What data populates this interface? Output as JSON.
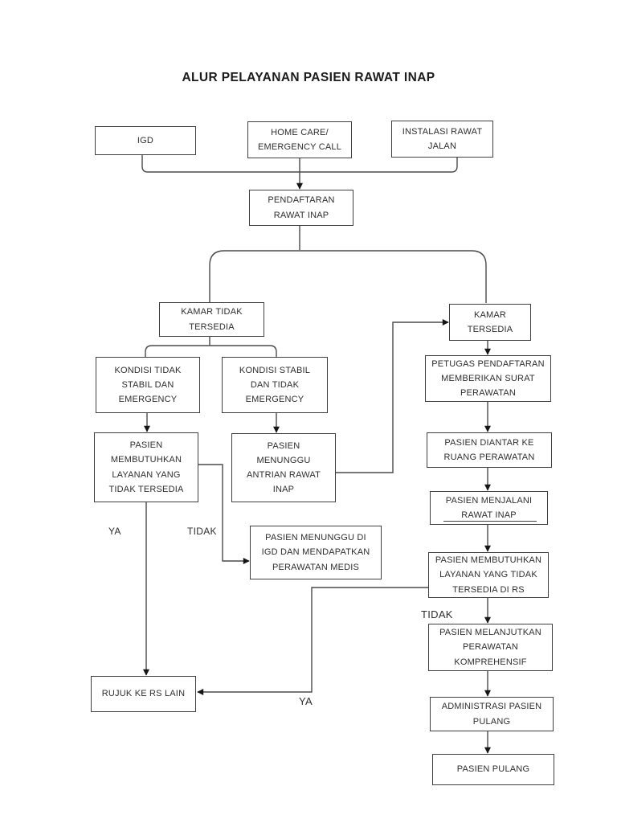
{
  "page": {
    "title": "ALUR PELAYANAN PASIEN RAWAT INAP"
  },
  "nodes": {
    "igd": {
      "label": "IGD"
    },
    "home_care": {
      "label": "HOME CARE/\nEMERGENCY CALL"
    },
    "instalasi_rawat_jalan": {
      "label": "INSTALASI RAWAT\nJALAN"
    },
    "pendaftaran": {
      "label": "PENDAFTARAN\nRAWAT INAP"
    },
    "kamar_tidak_tersedia": {
      "label": "KAMAR TIDAK\nTERSEDIA"
    },
    "kondisi_tidak_stabil": {
      "label": "KONDISI TIDAK\nSTABIL DAN\nEMERGENCY"
    },
    "kondisi_stabil": {
      "label": "KONDISI STABIL\nDAN TIDAK\nEMERGENCY"
    },
    "pasien_membutuhkan_layanan": {
      "label": "PASIEN\nMEMBUTUHKAN\nLAYANAN YANG\nTIDAK TERSEDIA"
    },
    "menunggu_antrian": {
      "label": "PASIEN\nMENUNGGU\nANTRIAN RAWAT\nINAP"
    },
    "menunggu_igd": {
      "label": "PASIEN MENUNGGU DI\nIGD DAN MENDAPATKAN\nPERAWATAN MEDIS"
    },
    "kamar_tersedia": {
      "label": "KAMAR\nTERSEDIA"
    },
    "petugas_pendaftaran": {
      "label": "PETUGAS PENDAFTARAN\nMEMBERIKAN SURAT\nPERAWATAN"
    },
    "pasien_diantar": {
      "label": "PASIEN DIANTAR KE\nRUANG PERAWATAN"
    },
    "pasien_menjalani": {
      "label": "PASIEN MENJALANI\nRAWAT INAP"
    },
    "membutuhkan_layanan_rs": {
      "label": "PASIEN MEMBUTUHKAN\nLAYANAN YANG TIDAK\nTERSEDIA DI RS"
    },
    "melanjutkan_perawatan": {
      "label": "PASIEN MELANJUTKAN\nPERAWATAN\nKOMPREHENSIF"
    },
    "administrasi_pulang": {
      "label": "ADMINISTRASI PASIEN\nPULANG"
    },
    "pasien_pulang": {
      "label": "PASIEN PULANG"
    },
    "rujuk": {
      "label": "RUJUK KE RS LAIN"
    }
  },
  "edge_labels": {
    "ya_left": "YA",
    "tidak_left": "TIDAK",
    "tidak_right": "TIDAK",
    "ya_bottom": "YA"
  },
  "colors": {
    "background": "#ffffff",
    "box_border": "#3f3f3f",
    "line": "#4a4a4a",
    "arrowhead": "#151515",
    "text": "#2e2e2e"
  }
}
